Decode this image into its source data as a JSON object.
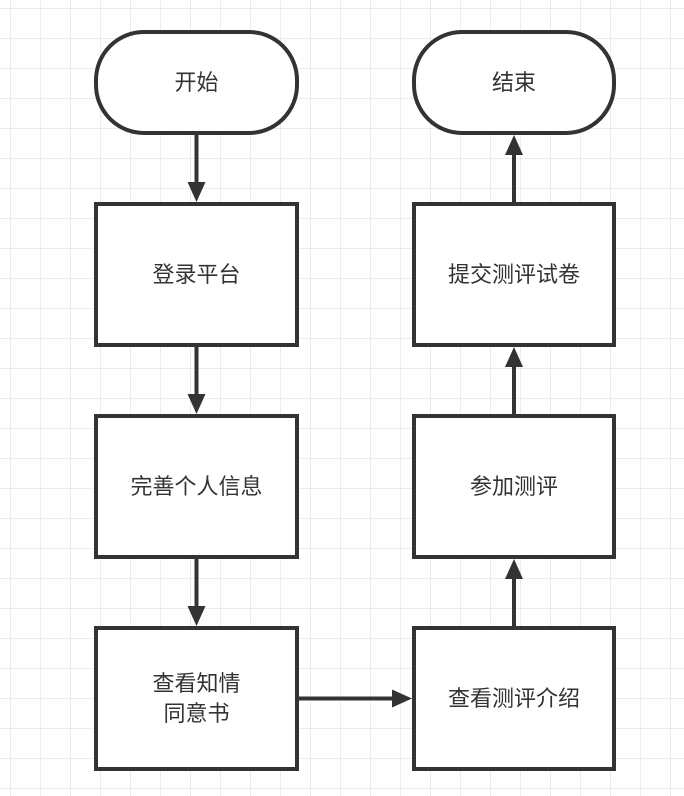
{
  "diagram": {
    "type": "flowchart",
    "colors": {
      "stroke": "#333333",
      "fill": "#ffffff",
      "text": "#333333",
      "grid": "#ececec"
    },
    "nodes": [
      {
        "id": "start",
        "shape": "terminal",
        "lines": [
          "开始"
        ]
      },
      {
        "id": "login",
        "shape": "process",
        "lines": [
          "登录平台"
        ]
      },
      {
        "id": "profile",
        "shape": "process",
        "lines": [
          "完善个人信息"
        ]
      },
      {
        "id": "consent",
        "shape": "process",
        "lines": [
          "查看知情",
          "同意书"
        ]
      },
      {
        "id": "intro",
        "shape": "process",
        "lines": [
          "查看测评介绍"
        ]
      },
      {
        "id": "take",
        "shape": "process",
        "lines": [
          "参加测评"
        ]
      },
      {
        "id": "submit",
        "shape": "process",
        "lines": [
          "提交测评试卷"
        ]
      },
      {
        "id": "end",
        "shape": "terminal",
        "lines": [
          "结束"
        ]
      }
    ],
    "edges": [
      {
        "from": "start",
        "to": "login"
      },
      {
        "from": "login",
        "to": "profile"
      },
      {
        "from": "profile",
        "to": "consent"
      },
      {
        "from": "consent",
        "to": "intro"
      },
      {
        "from": "intro",
        "to": "take"
      },
      {
        "from": "take",
        "to": "submit"
      },
      {
        "from": "submit",
        "to": "end"
      }
    ]
  }
}
